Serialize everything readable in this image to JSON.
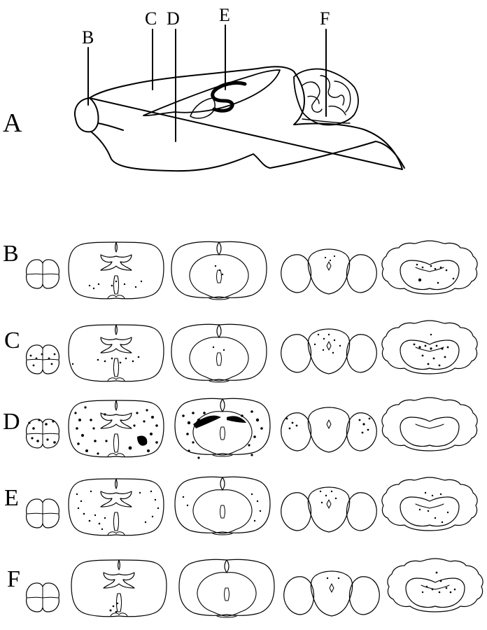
{
  "panel_label": "A",
  "sagittal_labels": [
    "B",
    "C",
    "D",
    "E",
    "F"
  ],
  "row_labels": [
    "B",
    "C",
    "D",
    "E",
    "F"
  ]
}
